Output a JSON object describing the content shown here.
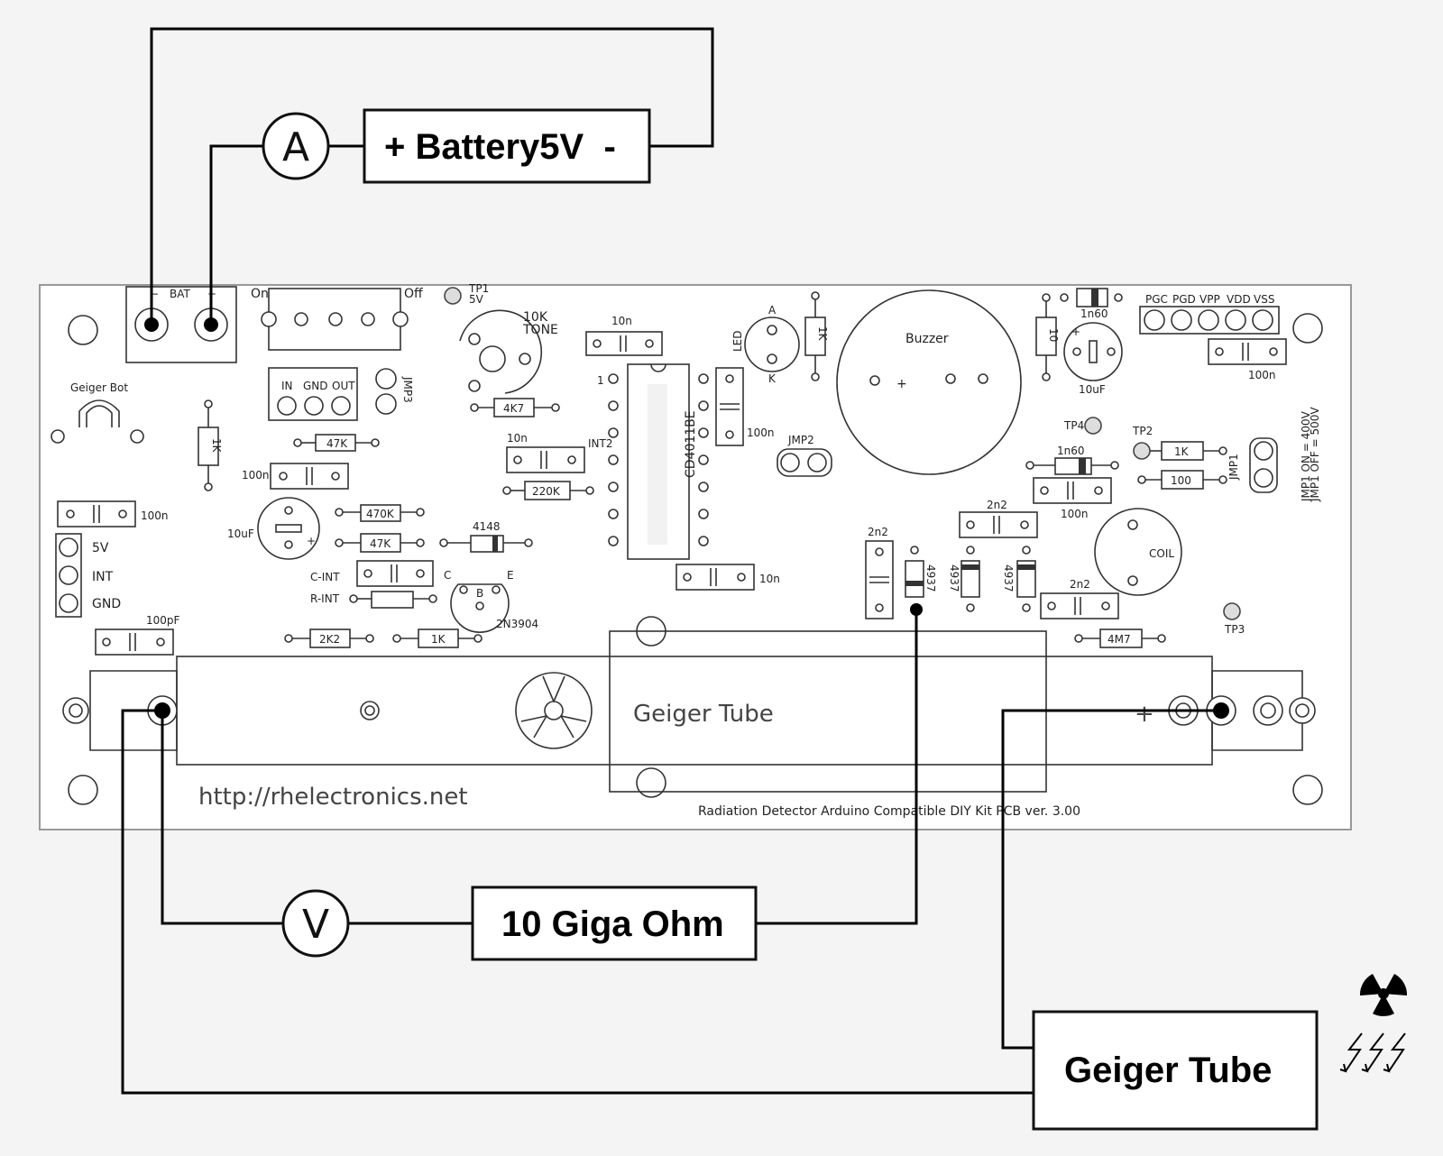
{
  "external": {
    "battery_label": "+ Battery5V  -",
    "ammeter_symbol": "A",
    "voltmeter_symbol": "V",
    "resistor_label": "10 Giga Ohm",
    "tube_label": "Geiger Tube"
  },
  "board": {
    "bat": "BAT",
    "switch_on": "On",
    "switch_off": "Off",
    "tp1": "TP1",
    "tp1_sub": "5V",
    "tone": "10K",
    "tone_sub": "TONE",
    "geiger_bot": "Geiger Bot",
    "in": "IN",
    "gnd": "GND",
    "out": "OUT",
    "jmp3": "JMP3",
    "r_4k7": "4K7",
    "r_47k_a": "47K",
    "r_1k_left": "1K",
    "c_100n_a": "100n",
    "c_100n_b": "100n",
    "r_470k": "470K",
    "r_47k_b": "47K",
    "c_10uf_a": "10uF",
    "d_4148": "4148",
    "p_5v": "5V",
    "p_int": "INT",
    "p_gnd": "GND",
    "c_int": "C-INT",
    "r_int": "R-INT",
    "t_2n3904": "2N3904",
    "c_100pf": "100pF",
    "r_2k2": "2K2",
    "r_1k_b": "1K",
    "c_10n_top": "10n",
    "c_10n_int": "10n",
    "int2": "INT2",
    "r_220k": "220K",
    "ic": "CD4011BE",
    "pin1": "1",
    "c_100n_ic": "100n",
    "c_10n_bot": "10n",
    "led": "LED",
    "led_a": "A",
    "led_k": "K",
    "r_1k_led": "1K",
    "jmp2": "JMP2",
    "buzzer": "Buzzer",
    "r_10": "10",
    "d_1n60_top": "1n60",
    "c_10uf_b": "10uF",
    "prog": [
      "PGC",
      "PGD",
      "VPP",
      "VDD",
      "VSS"
    ],
    "c_100n_prog": "100n",
    "tp4": "TP4",
    "tp2": "TP2",
    "tp3": "TP3",
    "d_1n60_mid": "1n60",
    "c_100n_mid": "100n",
    "r_1k_tp2": "1K",
    "r_100": "100",
    "jmp1": "JMP1",
    "jmp_note1": "JMP1 ON = 400V",
    "jmp_note2": "JMP1 OFF = 500V",
    "c_2n2_a": "2n2",
    "c_2n2_b": "2n2",
    "c_2n2_c": "2n2",
    "d_4937_a": "4937",
    "d_4937_b": "4937",
    "d_4937_c": "4937",
    "coil": "COIL",
    "r_4m7": "4M7",
    "tube_silk": "Geiger Tube",
    "plus": "+",
    "url": "http://rhelectronics.net",
    "footer": "Radiation Detector Arduino Compatible DIY Kit  PCB ver. 3.00"
  }
}
